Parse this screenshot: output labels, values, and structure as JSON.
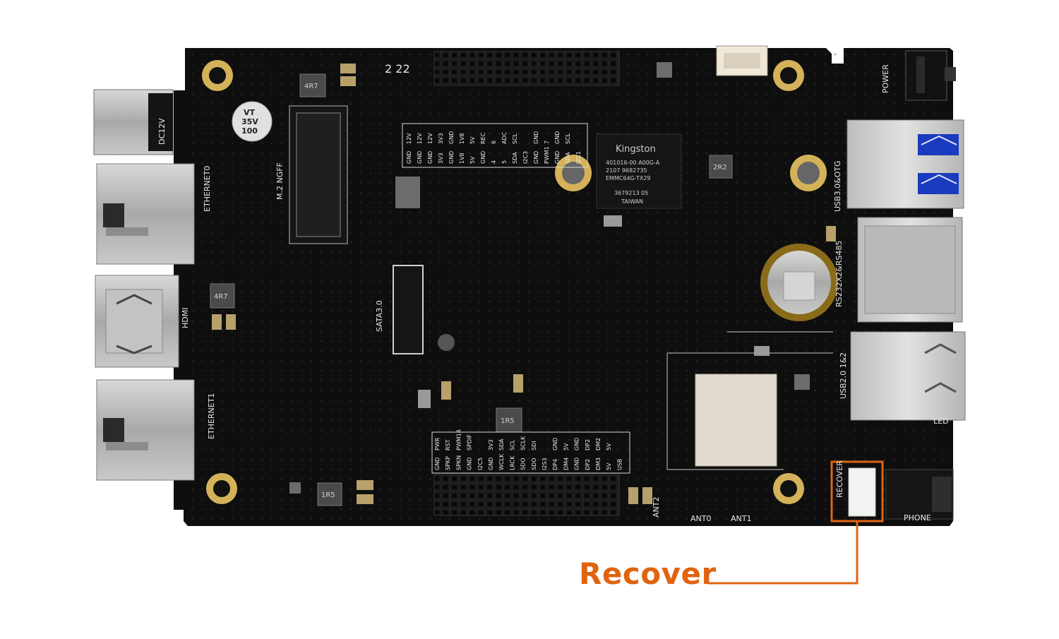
{
  "annotation": {
    "label": "Recover",
    "color": "#e06410"
  },
  "board_markings": {
    "power": "POWER",
    "dc12v": "DC12V",
    "ethernet0": "ETHERNET0",
    "ethernet1": "ETHERNET1",
    "hdmi": "HDMI",
    "m2": "M.2 NGFF",
    "sata": "SATA3.0",
    "usb3": "USB3.0&OTG",
    "rs232": "RS232X2&RS485",
    "usb2": "USB2.0 1&2",
    "recover": "RECOVER",
    "phone": "PHONE",
    "led": "LED",
    "ant0": "ANT0",
    "ant1": "ANT1",
    "ant2": "ANT2",
    "emmc_brand": "Kingston",
    "emmc_line1": "401016-00 A00G-A",
    "emmc_line2": "2107    9682735",
    "emmc_line3": "EMMC64G-TX29",
    "emmc_line4": "3679213 05",
    "emmc_line5": "TAIWAN",
    "cap_line1": "VT",
    "cap_line2": "35V",
    "cap_line3": "100",
    "ind_4r7": "4R7",
    "ind_2r2": "2R2",
    "ind_1r5": "1R5",
    "silk_222": "2 22"
  },
  "pin_table_top": [
    [
      "GND",
      "12V"
    ],
    [
      "GND",
      "12V"
    ],
    [
      "GND",
      "12V"
    ],
    [
      "3V3",
      "3V3"
    ],
    [
      "GND",
      "GND"
    ],
    [
      "1V8",
      "1V8"
    ],
    [
      "5V",
      "5V"
    ],
    [
      "GND",
      "REC"
    ],
    [
      "4",
      "6"
    ],
    [
      "5",
      "ADC"
    ],
    [
      "SDA",
      "SCL"
    ],
    [
      "I2C3",
      ""
    ],
    [
      "GND",
      "GND"
    ],
    [
      "PWM1",
      "7"
    ],
    [
      "GND",
      "GND"
    ],
    [
      "SDA",
      "SCL"
    ],
    [
      "I2C1",
      ""
    ]
  ],
  "pin_table_bottom": [
    [
      "GND",
      "PWR"
    ],
    [
      "SPKP",
      "RST"
    ],
    [
      "SPKN",
      "PWM14"
    ],
    [
      "GND",
      "SPDIF"
    ],
    [
      "I2C5",
      ""
    ],
    [
      "GND",
      "3V3"
    ],
    [
      "WCLK",
      "SDA"
    ],
    [
      "LRCK",
      "SCL"
    ],
    [
      "SDO",
      "SCLK"
    ],
    [
      "SDO",
      "SDI"
    ],
    [
      "I2S3",
      ""
    ],
    [
      "DP4",
      "GND"
    ],
    [
      "DM4",
      "5V"
    ],
    [
      "GND",
      "GND"
    ],
    [
      "DP2",
      "DP2"
    ],
    [
      "DM3",
      "DM2"
    ],
    [
      "5V",
      "5V"
    ],
    [
      "USB",
      ""
    ]
  ]
}
